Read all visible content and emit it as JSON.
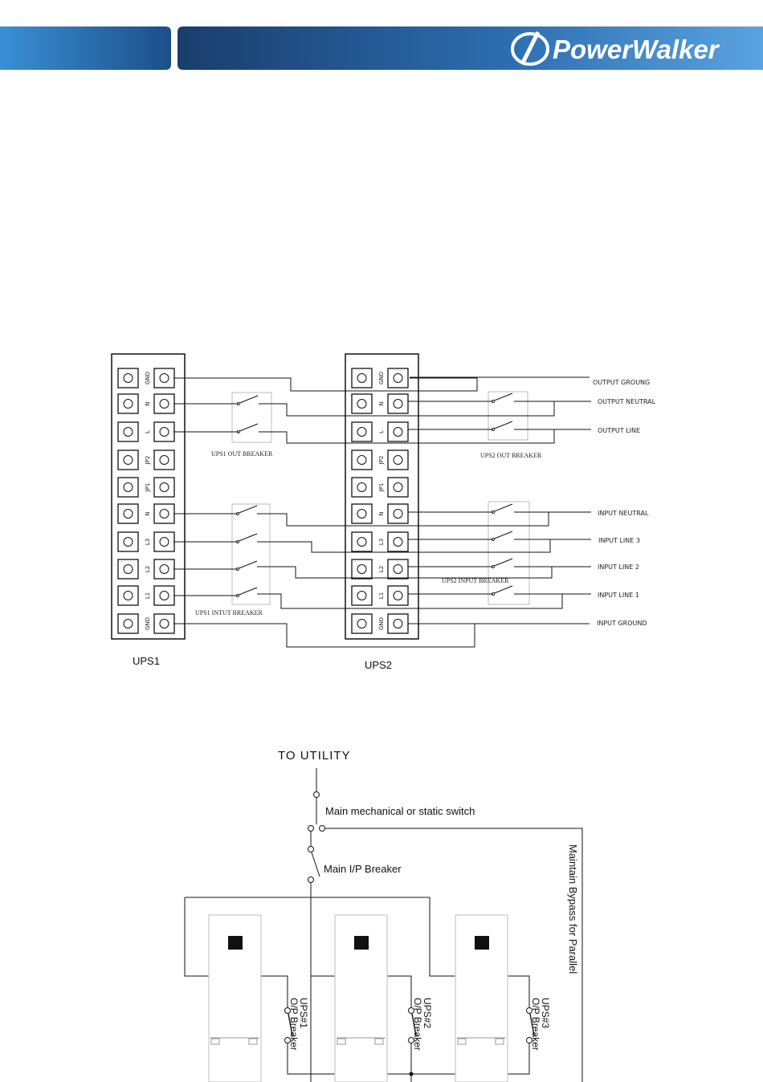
{
  "brand": {
    "name": "PowerWalker",
    "primary": "#2a6db0",
    "dark": "#1b3e6e"
  },
  "diagram1": {
    "ups1_label": "UPS1",
    "ups2_label": "UPS2",
    "terminals": [
      "GND",
      "N",
      "L",
      "JP2",
      "JP1",
      "N",
      "L3",
      "L2",
      "L1",
      "GND"
    ],
    "ups1_out_breaker": "UPS1 OUT BREAKER",
    "ups1_input_breaker": "UPS1 INTUT BREAKER",
    "ups2_out_breaker": "UPS2 OUT BREAKER",
    "ups2_input_breaker": "UPS2 INPUT BREAKER",
    "right_labels": [
      "OUTPUT GROUNG",
      "OUTPUT NEUTRAL",
      "OUTPUT LINE",
      "INPUT NEUTRAL",
      "INPUT LINE 3",
      "INPUT LINE 2",
      "INPUT LINE 1",
      "INPUT GROUND"
    ]
  },
  "diagram2": {
    "to_utility": "TO UTILITY",
    "main_switch": "Main mechanical or static switch",
    "main_breaker": "Main I/P Breaker",
    "bypass": "Maintain Bypass for Parallel",
    "ups_labels": [
      {
        "name": "UPS#1",
        "breaker": "O/P Breaker"
      },
      {
        "name": "UPS#2",
        "breaker": "O/P Breaker"
      },
      {
        "name": "UPS#3",
        "breaker": "O/P Breaker"
      }
    ]
  }
}
